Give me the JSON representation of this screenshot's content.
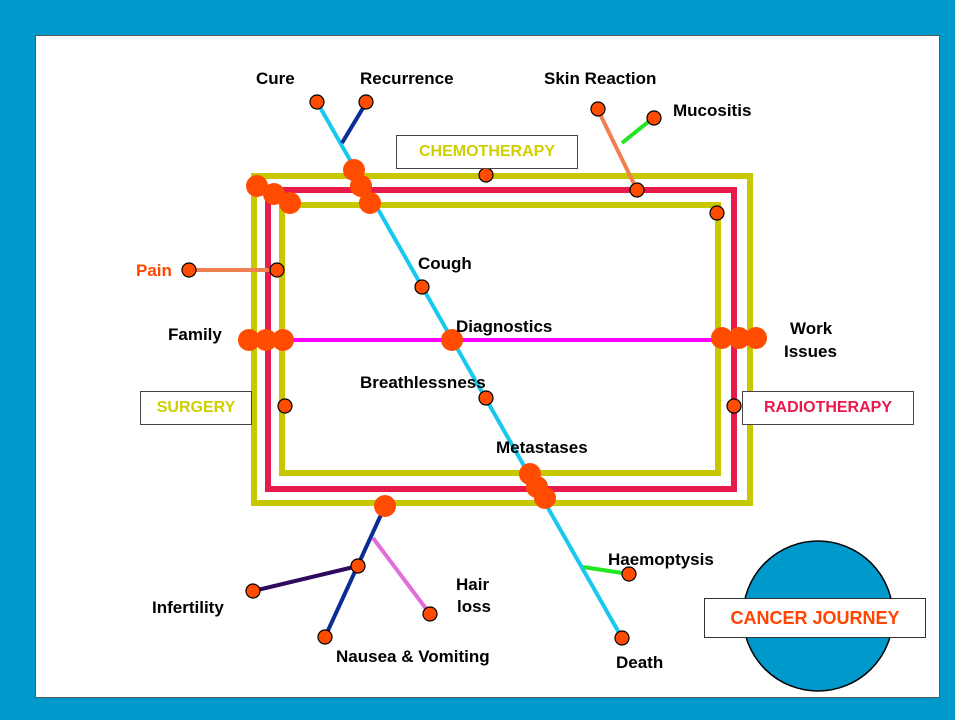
{
  "title": "CANCER JOURNEY",
  "colors": {
    "background": "#0099cc",
    "surgery_line": "#c8c800",
    "radiotherapy_line": "#e8194b",
    "diagnostics_line": "#ff00ff",
    "journey_line": "#19c8f0",
    "station": "#ff4c00",
    "title_text": "#ff4500"
  },
  "treatment_boxes": {
    "chemotherapy": "CHEMOTHERAPY",
    "surgery": "SURGERY",
    "radiotherapy": "RADIOTHERAPY"
  },
  "stations": {
    "cure": "Cure",
    "recurrence": "Recurrence",
    "skin_reaction": "Skin Reaction",
    "mucositis": "Mucositis",
    "pain": "Pain",
    "cough": "Cough",
    "family": "Family",
    "diagnostics": "Diagnostics",
    "work_issues_1": "Work",
    "work_issues_2": "Issues",
    "breathlessness": "Breathlessness",
    "metastases": "Metastases",
    "haemoptysis": "Haemoptysis",
    "hair_loss_1": "Hair",
    "hair_loss_2": "loss",
    "infertility": "Infertility",
    "nausea_vomiting": "Nausea & Vomiting",
    "death": "Death"
  }
}
